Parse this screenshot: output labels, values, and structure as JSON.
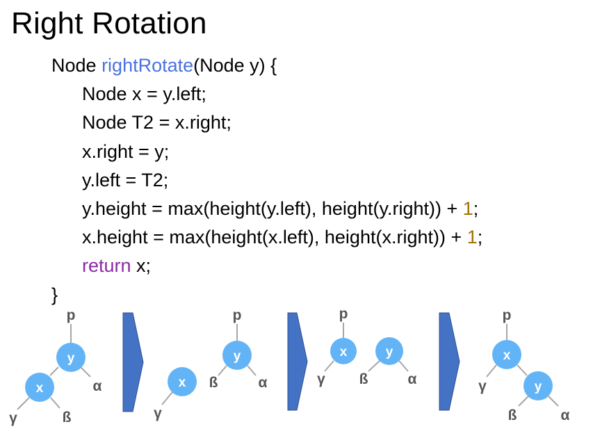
{
  "title": "Right Rotation",
  "code": {
    "line1": {
      "type": "Node ",
      "fn": "rightRotate",
      "rest": "(Node y) {"
    },
    "line2": "Node x = y.left;",
    "line3": "Node T2 = x.right;",
    "line4": "x.right = y;",
    "line5": "y.left = T2;",
    "line6": {
      "pre": "y.height = max(height(y.left), height(y.right)) + ",
      "num": "1",
      "post": ";"
    },
    "line7": {
      "pre": "x.height = max(height(x.left), height(x.right)) + ",
      "num": "1",
      "post": ";"
    },
    "line8": {
      "kw": "return",
      "rest": " x;"
    },
    "line9": "}"
  },
  "diagram": {
    "colors": {
      "node": "#63b4f7",
      "edge": "#a6a6a6",
      "arrow": "#4472c4",
      "leaf_text": "#555555"
    },
    "stage1": {
      "parent": "p",
      "top_node": "y",
      "child_node": "x",
      "leaf_alpha": "α",
      "leaf_gamma": "γ",
      "leaf_beta": "ß"
    },
    "stage2": {
      "parent": "p",
      "node_y": "y",
      "node_x": "x",
      "leaf_beta": "ß",
      "leaf_alpha": "α",
      "leaf_gamma": "γ"
    },
    "stage3": {
      "parent": "p",
      "node_x": "x",
      "node_y": "y",
      "leaf_gamma": "γ",
      "leaf_beta": "ß",
      "leaf_alpha": "α"
    },
    "stage4": {
      "parent": "p",
      "top_node": "x",
      "child_node": "y",
      "leaf_gamma": "γ",
      "leaf_beta": "ß",
      "leaf_alpha": "α"
    },
    "arrows": [
      "arrow-1",
      "arrow-2",
      "arrow-3"
    ]
  }
}
